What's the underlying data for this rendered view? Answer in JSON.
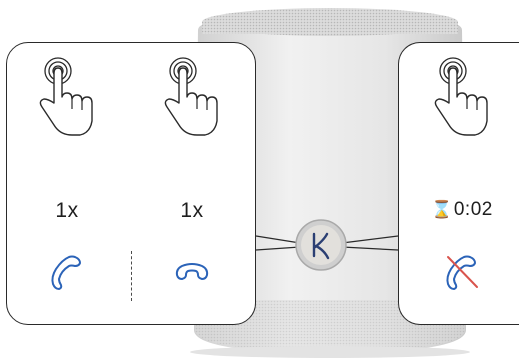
{
  "colors": {
    "accent_blue": "#2b63b8",
    "slash_red": "#d9544d",
    "panel_border": "#2a2a2a",
    "speaker_body": "#e4e4e4"
  },
  "speaker": {
    "logo_icon": "k-logo-icon"
  },
  "left_panel": {
    "answer": {
      "gesture_icon": "tap-hand-icon",
      "count": "1x",
      "action_icon": "phone-answer-icon"
    },
    "hangup": {
      "gesture_icon": "tap-hand-icon",
      "count": "1x",
      "action_icon": "phone-hangup-icon"
    }
  },
  "right_panel": {
    "reject": {
      "gesture_icon": "tap-hand-icon",
      "timer_icon": "hourglass-icon",
      "hourglass_glyph": "⌛",
      "duration": "0:02",
      "action_icon": "phone-reject-icon"
    }
  }
}
